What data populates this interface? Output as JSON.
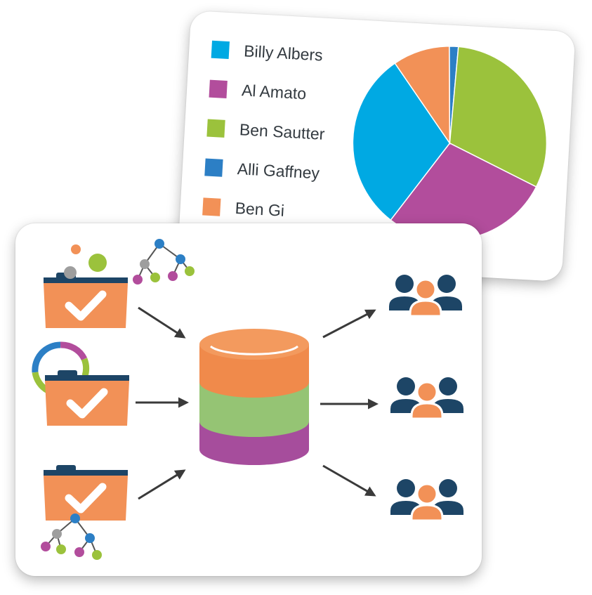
{
  "colors": {
    "blue": "#00a9e3",
    "purple": "#b24d9c",
    "green": "#9bc23c",
    "darkblue": "#2c7fc5",
    "orange": "#f29157",
    "navy": "#1d4566",
    "cyl_top": "#f08a4b",
    "cyl_mid": "#95c474",
    "cyl_bot": "#a64d9c",
    "arrow": "#3a3a3a"
  },
  "chart_data": {
    "type": "pie",
    "categories": [
      "Billy Albers",
      "Al Amato",
      "Ben Sautter",
      "Alli Gaffney",
      "Ben Gi"
    ],
    "values": [
      30,
      28,
      31,
      1.5,
      9.5
    ],
    "colors": [
      "#00a9e3",
      "#b24d9c",
      "#9bc23c",
      "#2c7fc5",
      "#f29157"
    ]
  },
  "legend": [
    {
      "label": "Billy Albers"
    },
    {
      "label": "Al Amato"
    },
    {
      "label": "Ben Sautter"
    },
    {
      "label": "Alli Gaffney"
    },
    {
      "label": "Ben Gi"
    }
  ],
  "icons": {
    "folder": "folder-check-icon",
    "database": "database-icon",
    "users": "user-group-icon",
    "network": "network-tree-icon",
    "ring": "donut-ring-icon"
  }
}
